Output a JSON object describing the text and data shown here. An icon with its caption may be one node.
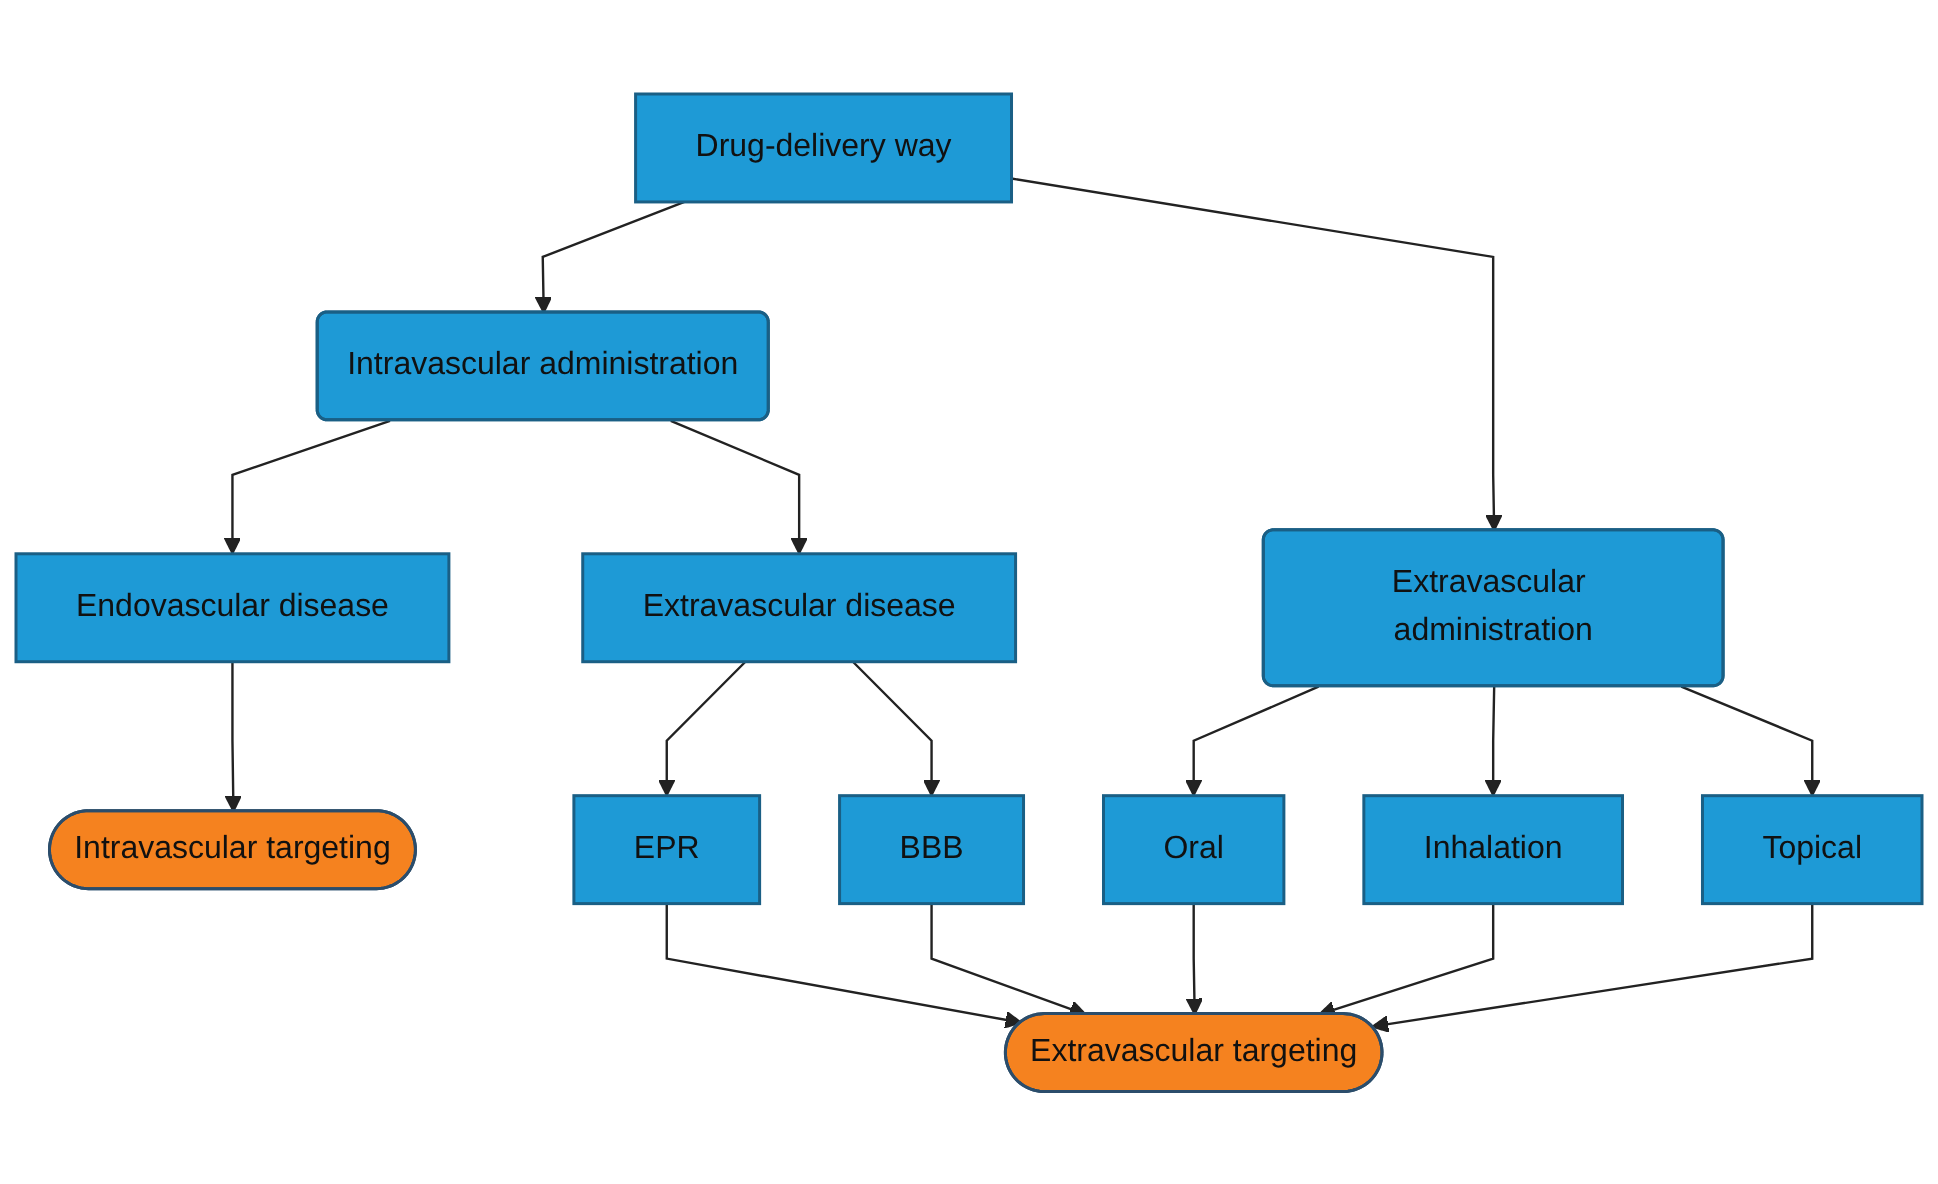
{
  "diagram": {
    "nodes": [
      {
        "text": [
          "Drug-delivery way"
        ]
      },
      {
        "text": [
          "Intravascular administration"
        ]
      },
      {
        "text": [
          "Extravascular administration"
        ]
      },
      {
        "text": [
          "Endovascular disease"
        ]
      },
      {
        "text": [
          "Extravascular disease"
        ]
      },
      {
        "text": [
          "Oral"
        ]
      },
      {
        "text": [
          "Inhalation"
        ]
      },
      {
        "text": [
          "Topical"
        ]
      },
      {
        "text": [
          "EPR"
        ]
      },
      {
        "text": [
          "BBB"
        ]
      },
      {
        "text": [
          "Intravascular targeting"
        ]
      },
      {
        "text": [
          "Extravascular targeting"
        ]
      }
    ],
    "edges": [
      {
        "from": 0,
        "to": 1,
        "arrow": "to"
      },
      {
        "from": 0,
        "to": 2,
        "arrow": "to"
      },
      {
        "from": 1,
        "to": 3,
        "arrow": "to"
      },
      {
        "from": 1,
        "to": 4,
        "arrow": "to"
      },
      {
        "from": 2,
        "to": 5,
        "arrow": "to"
      },
      {
        "from": 2,
        "to": 6,
        "arrow": "to"
      },
      {
        "from": 2,
        "to": 7,
        "arrow": "to"
      },
      {
        "from": 4,
        "to": 8,
        "arrow": "to"
      },
      {
        "from": 4,
        "to": 9,
        "arrow": "to"
      },
      {
        "from": 3,
        "to": 10,
        "arrow": "to"
      },
      {
        "from": 8,
        "to": 11,
        "arrow": "to"
      },
      {
        "from": 9,
        "to": 11,
        "arrow": "to"
      },
      {
        "from": 5,
        "to": 11,
        "arrow": "to"
      },
      {
        "from": 6,
        "to": 11,
        "arrow": "to"
      },
      {
        "from": 7,
        "to": 11,
        "arrow": "to"
      }
    ]
  }
}
